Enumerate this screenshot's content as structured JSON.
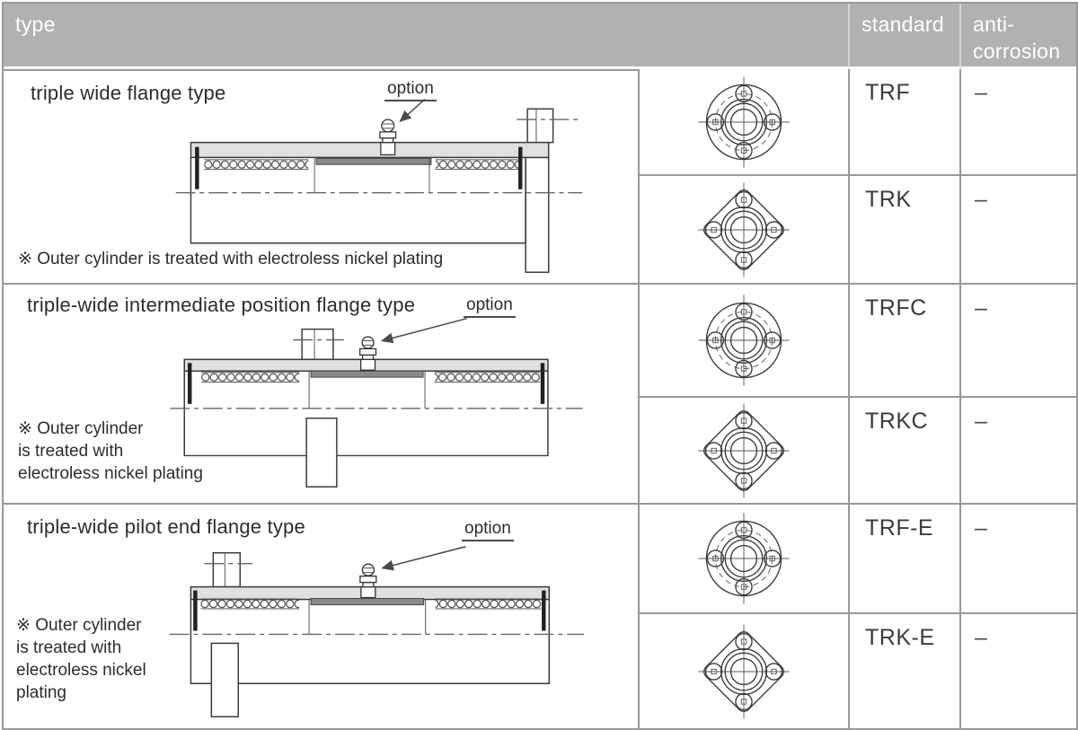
{
  "header": {
    "type": "type",
    "standard": "standard",
    "anti_corrosion": "anti-corrosion"
  },
  "colors": {
    "header_bg": "#b1b1b3",
    "grid_line": "#98989a",
    "header_text": "#ffffff",
    "body_text": "#2c2c2e",
    "drawing_fill": "#e0e0e0"
  },
  "blocks": [
    {
      "title": "triple wide flange type",
      "option_label": "option",
      "note": "※ Outer cylinder is treated with electroless nickel plating",
      "rows": [
        {
          "code": "TRF",
          "anti_corrosion": "–",
          "front_view": "round-flange"
        },
        {
          "code": "TRK",
          "anti_corrosion": "–",
          "front_view": "square-flange"
        }
      ]
    },
    {
      "title": "triple-wide intermediate position flange type",
      "option_label": "option",
      "note": "※ Outer cylinder\nis treated with\nelectroless nickel plating",
      "rows": [
        {
          "code": "TRFC",
          "anti_corrosion": "–",
          "front_view": "round-flange"
        },
        {
          "code": "TRKC",
          "anti_corrosion": "–",
          "front_view": "square-flange"
        }
      ]
    },
    {
      "title": "triple-wide pilot end flange type",
      "option_label": "option",
      "note": "※ Outer cylinder\nis treated with\nelectroless nickel\nplating",
      "rows": [
        {
          "code": "TRF-E",
          "anti_corrosion": "–",
          "front_view": "round-flange"
        },
        {
          "code": "TRK-E",
          "anti_corrosion": "–",
          "front_view": "square-flange"
        }
      ]
    }
  ]
}
